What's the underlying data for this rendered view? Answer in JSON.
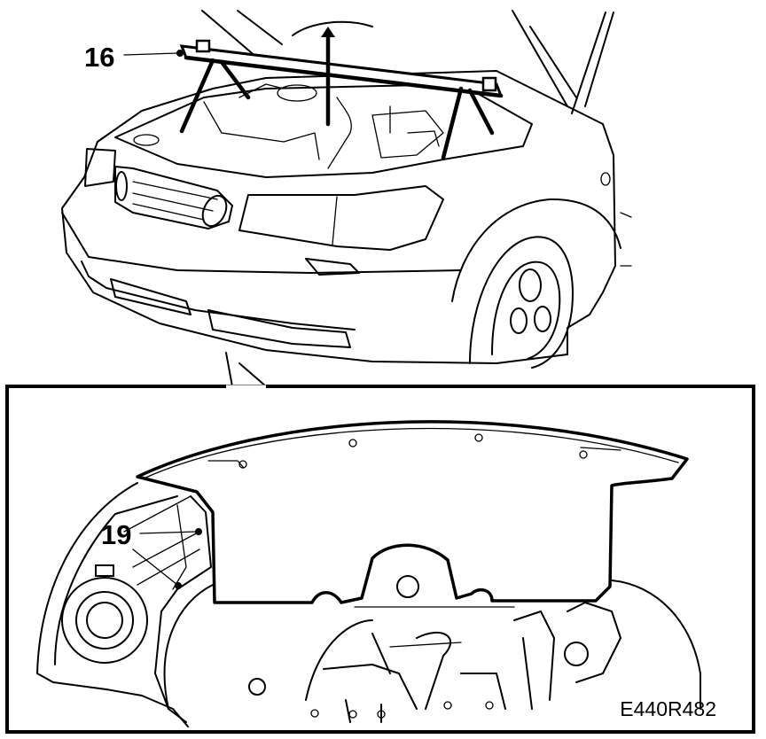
{
  "callouts": {
    "support_bar": "16",
    "panel_fastener": "19"
  },
  "figure_reference": "E440R482",
  "colors": {
    "ink": "#000000",
    "paper": "#ffffff"
  }
}
